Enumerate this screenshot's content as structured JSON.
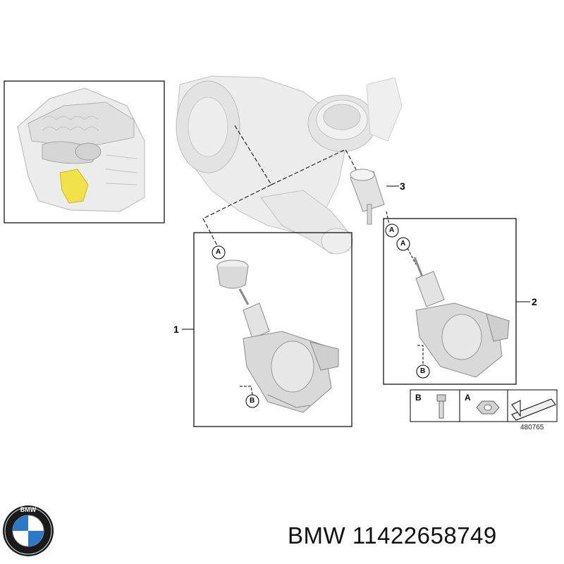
{
  "callouts": {
    "item_1": "1",
    "item_2": "2",
    "item_3": "3"
  },
  "markers": {
    "a": "A",
    "b": "B"
  },
  "legend": {
    "b_label": "B",
    "a_label": "A"
  },
  "diagram_number": "480765",
  "footer": {
    "brand": "BMW",
    "part_number": "11422658749"
  },
  "colors": {
    "part_fill": "#e6e6e6",
    "part_stroke": "#9a9a9a",
    "highlight": "#f2e24a",
    "line": "#000000"
  }
}
